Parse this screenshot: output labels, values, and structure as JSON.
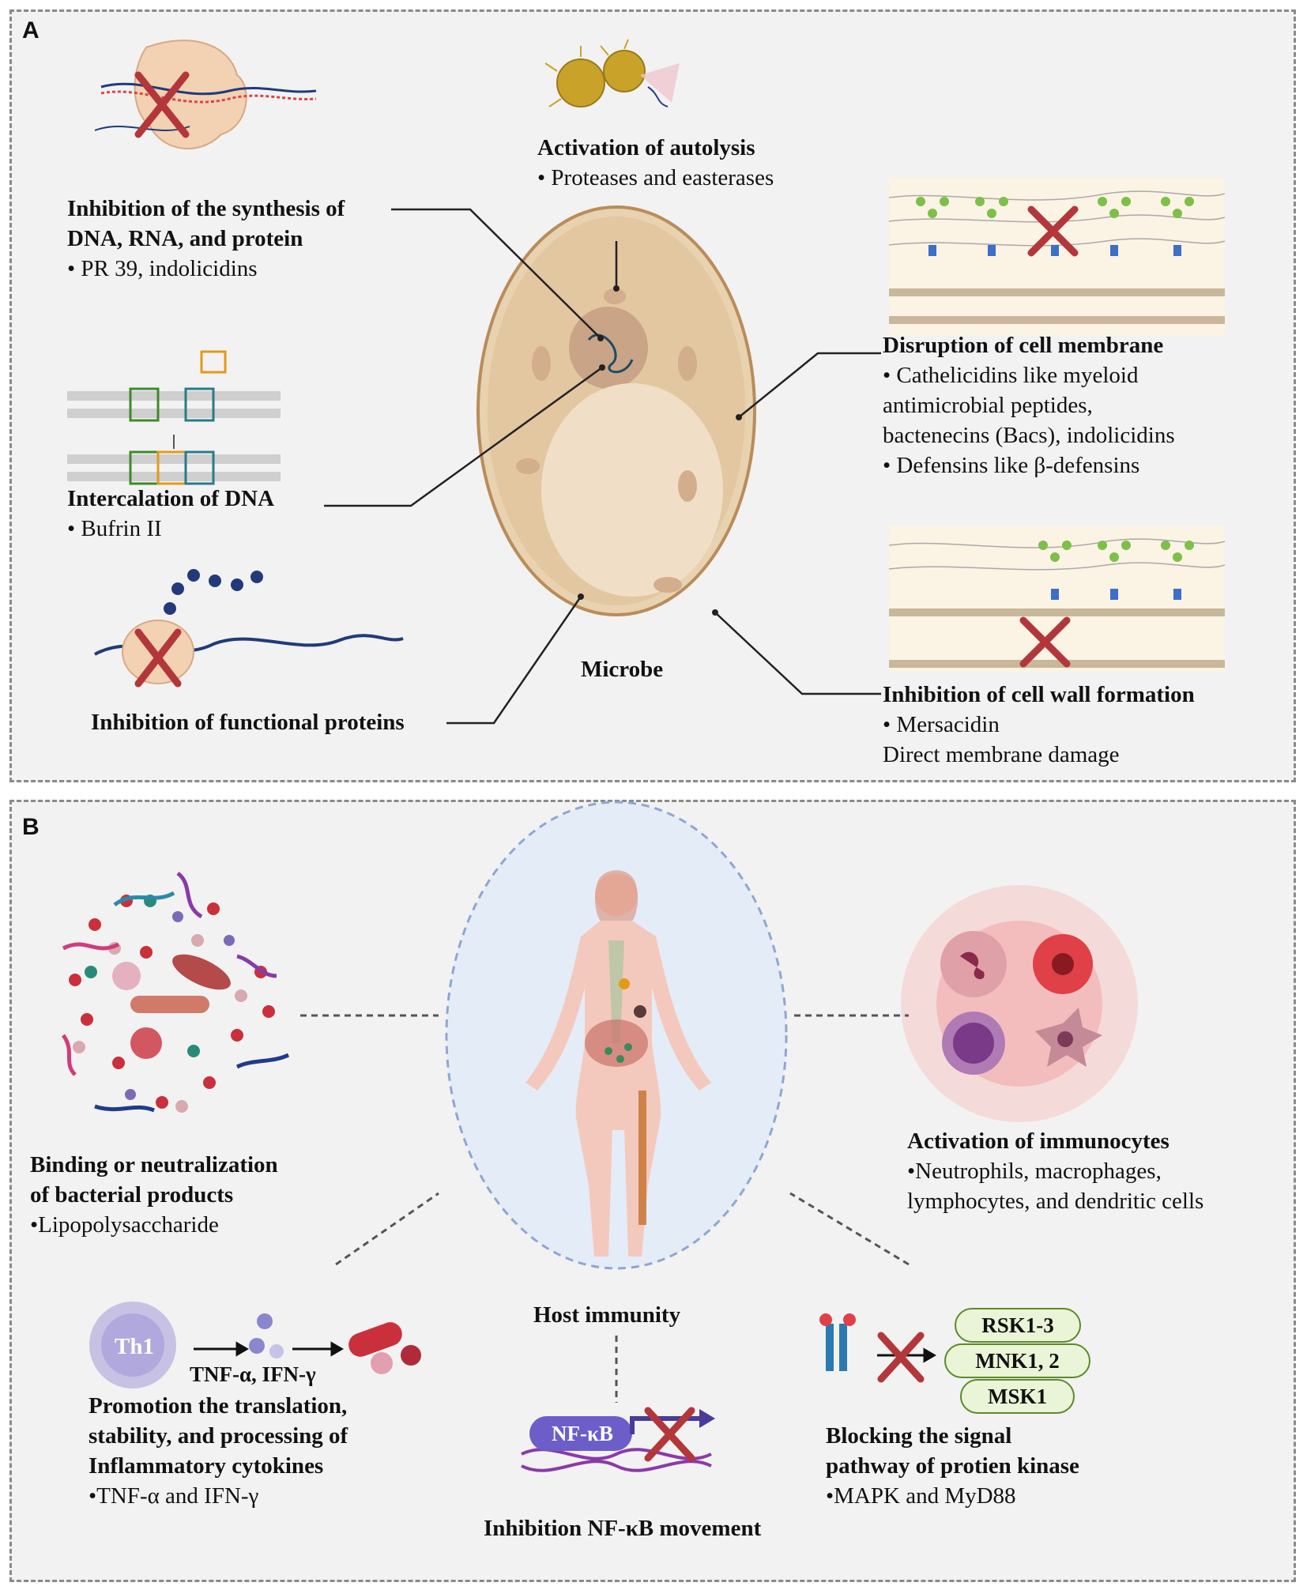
{
  "panelA": {
    "letter": "A",
    "microbe_label": "Microbe",
    "autolysis": {
      "title": "Activation of autolysis",
      "items": [
        "• Proteases and easterases"
      ]
    },
    "synthesis": {
      "title1": "Inhibition of the synthesis of",
      "title2": "DNA, RNA, and protein",
      "items": [
        "• PR 39, indolicidins"
      ]
    },
    "intercalation": {
      "title": "Intercalation of DNA",
      "items": [
        "• Bufrin II"
      ]
    },
    "functional": {
      "title": "Inhibition of functional proteins"
    },
    "membrane": {
      "title": "Disruption of cell membrane",
      "lines": [
        "• Cathelicidins like myeloid",
        "antimicrobial peptides,",
        "bactenecins (Bacs), indolicidins",
        "• Defensins like β-defensins"
      ]
    },
    "cellwall": {
      "title": "Inhibition of cell wall formation",
      "lines": [
        "• Mersacidin",
        "Direct membrane damage"
      ]
    }
  },
  "panelB": {
    "letter": "B",
    "host_label": "Host immunity",
    "binding": {
      "title1": "Binding or neutralization",
      "title2": "of bacterial products",
      "items": [
        "•Lipopolysaccharide"
      ]
    },
    "immunocytes": {
      "title": "Activation of immunocytes",
      "lines": [
        "•Neutrophils, macrophages,",
        "lymphocytes, and dendritic cells"
      ]
    },
    "cytokines": {
      "th1": "Th1",
      "arrow_label": "TNF-α, IFN-γ",
      "title1": "Promotion the translation,",
      "title2": "stability, and processing of",
      "title3": "Inflammatory cytokines",
      "items": [
        "•TNF-α and IFN-γ"
      ]
    },
    "nfkb": {
      "box": "NF-κB",
      "title": "Inhibition NF-κB movement"
    },
    "kinase": {
      "kinases": [
        "RSK1-3",
        "MNK1, 2",
        "MSK1"
      ],
      "title1": "Blocking the signal",
      "title2": "pathway of protien kinase",
      "items": [
        "•MAPK and MyD88"
      ]
    }
  },
  "colors": {
    "cross": "#b3373a",
    "dashed_border": "#8a8a8a",
    "panel_bg": "#f2f2f2",
    "cell_fill": "#e8d2b0",
    "cell_border": "#b98c5a",
    "kinase_fill": "#eaf4d6",
    "nfkb_fill": "#6b5ec9"
  }
}
